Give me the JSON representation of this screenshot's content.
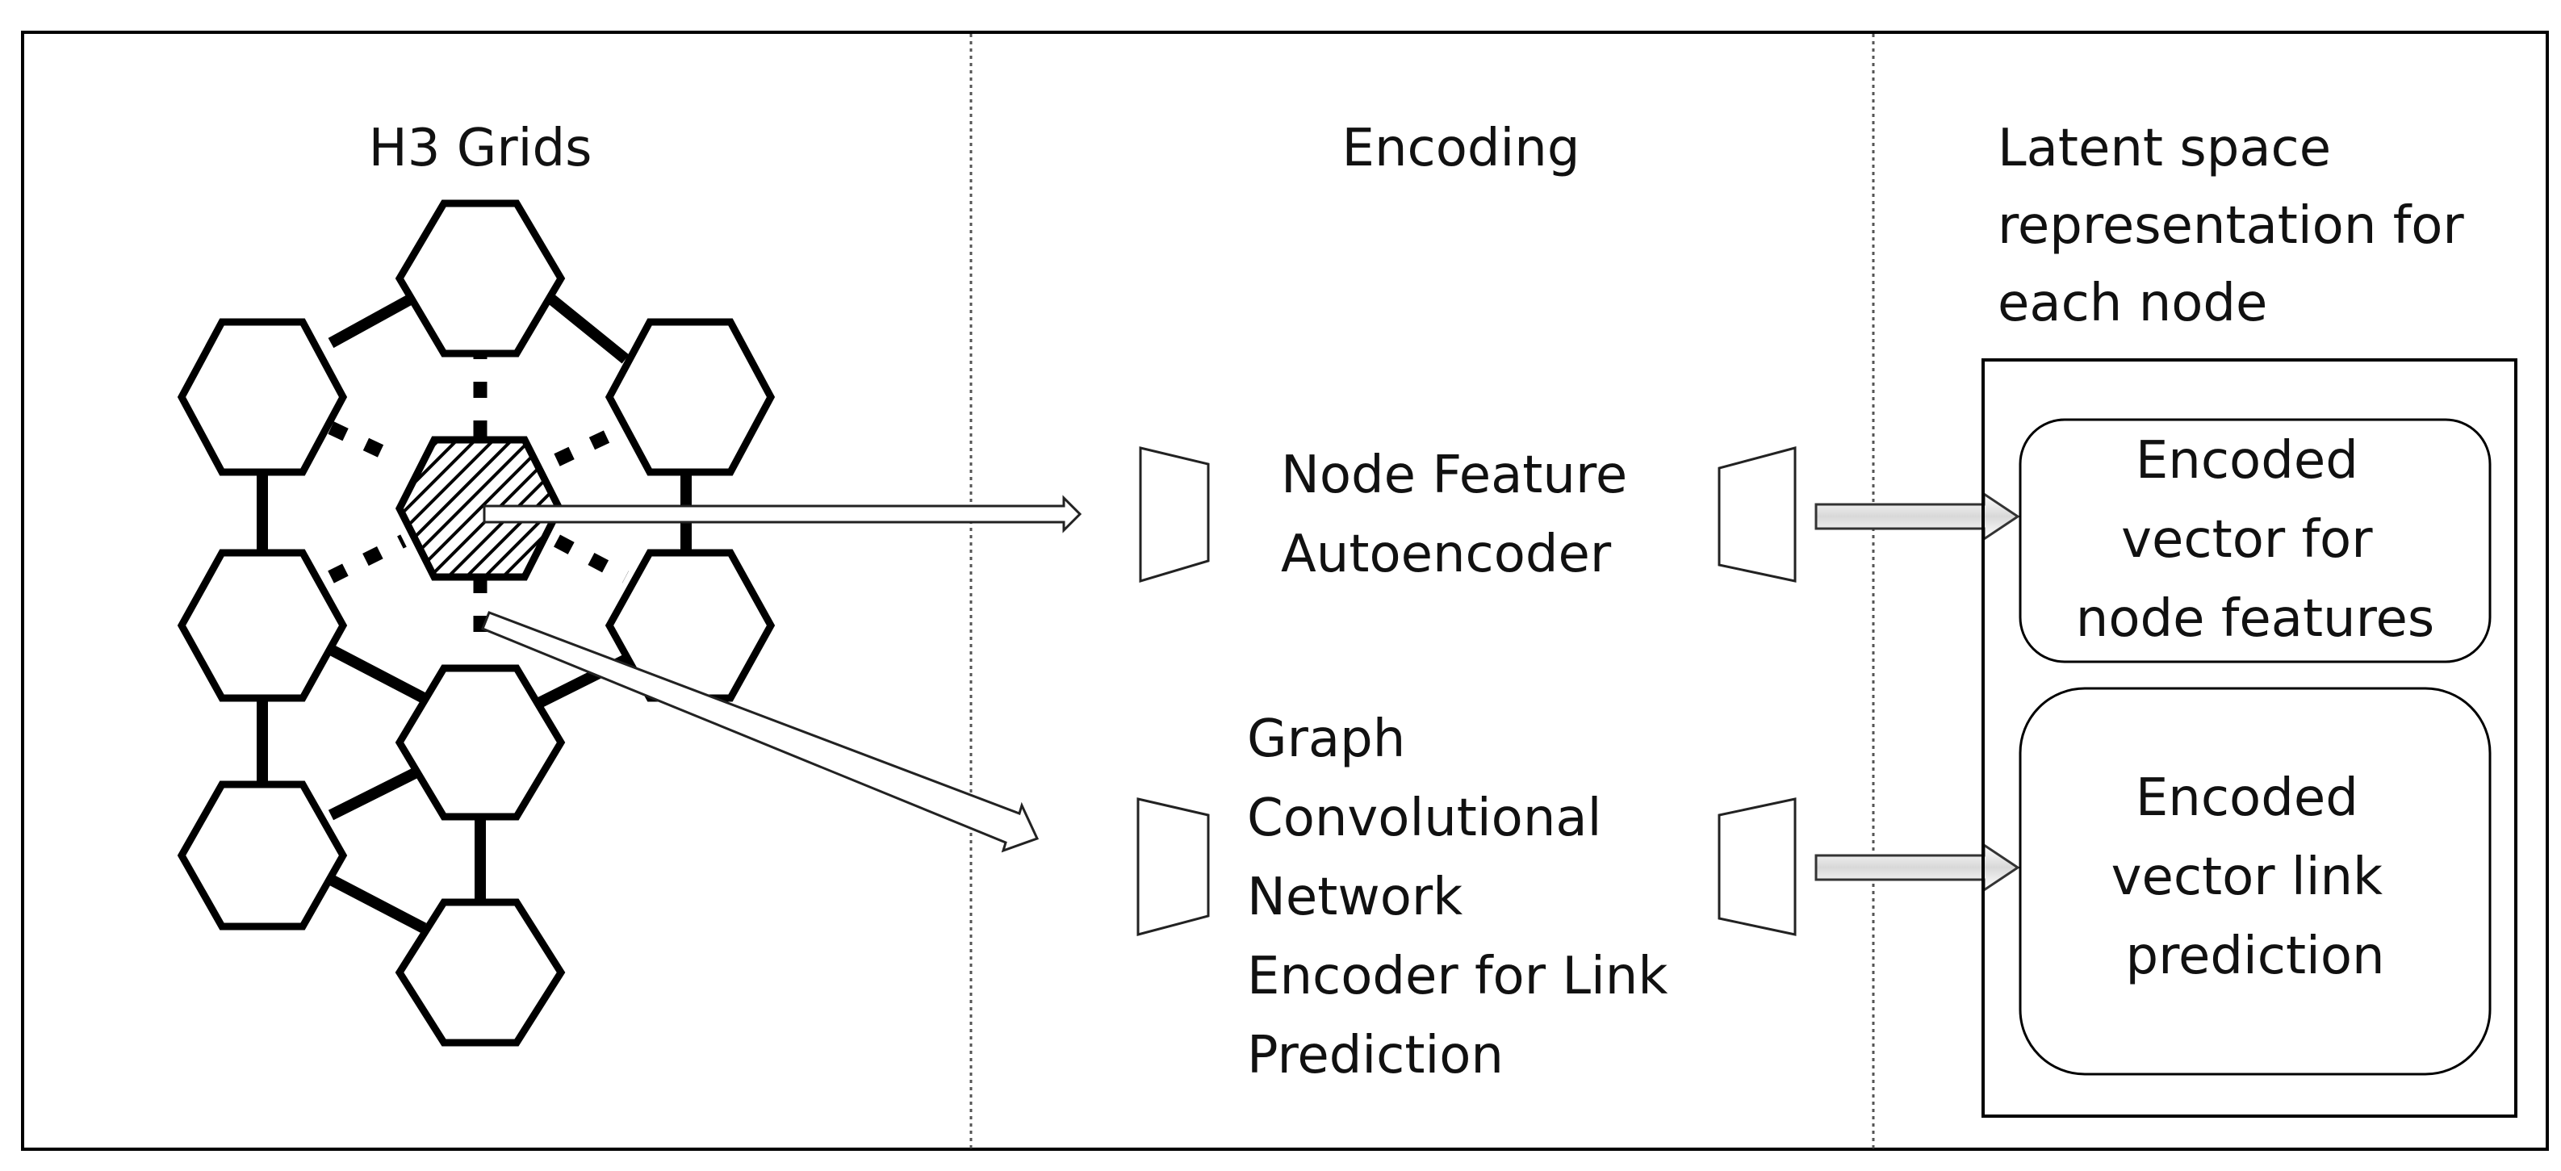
{
  "sections": {
    "left_title": "H3 Grids",
    "middle_title": "Encoding",
    "right_title_lines": [
      "Latent space",
      "representation for",
      "each node"
    ]
  },
  "encoders": {
    "node_feature_lines": [
      "Node Feature",
      "Autoencoder"
    ],
    "gcn_lines": [
      "Graph",
      "Convolutional",
      "Network",
      "Encoder for Link",
      "Prediction"
    ]
  },
  "outputs": {
    "node_vector_lines": [
      "Encoded",
      "vector for",
      "node features"
    ],
    "link_vector_lines": [
      "Encoded",
      "vector link",
      "prediction"
    ]
  }
}
